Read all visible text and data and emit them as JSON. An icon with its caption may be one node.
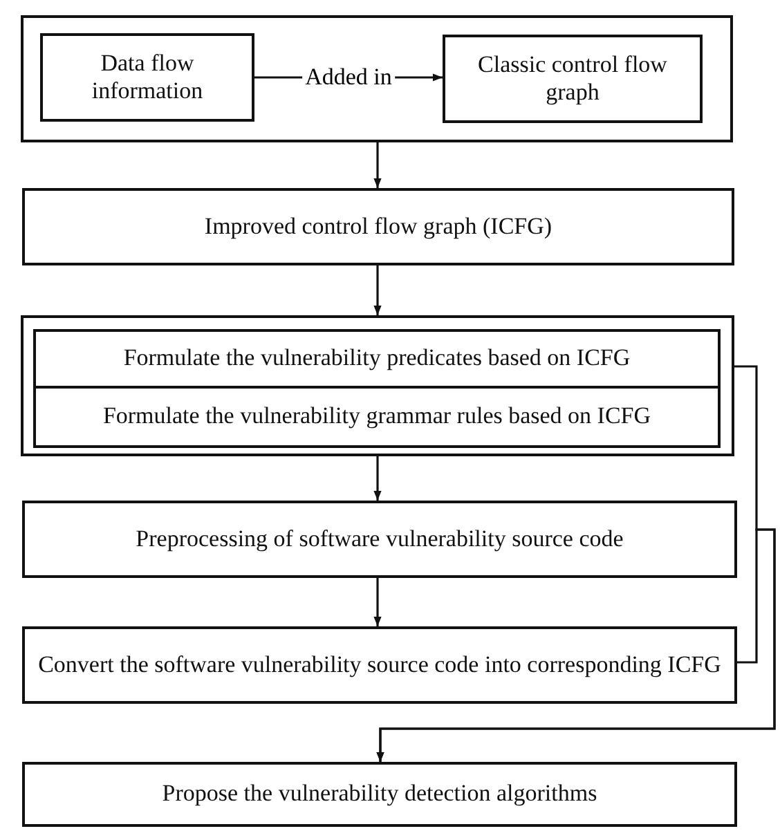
{
  "diagram": {
    "nodes": [
      {
        "text": [],
        "shape": "box"
      },
      {
        "text": [
          "Data flow information"
        ],
        "in": 0
      },
      {
        "text": [
          "Classic control flow graph"
        ],
        "in": 0
      },
      {
        "text": [
          "Improved control flow graph (ICFG)"
        ]
      },
      {
        "text": [],
        "shape": "box"
      },
      {
        "text": [
          "Formulate the vulnerability predicates based on ICFG"
        ],
        "in": 4
      },
      {
        "text": [
          "Formulate the vulnerability grammar rules  based on ICFG"
        ],
        "in": 4
      },
      {
        "text": [
          "Preprocessing of software vulnerability source code"
        ]
      },
      {
        "text": [
          "Convert the software vulnerability source code into corresponding ICFG"
        ]
      },
      {
        "text": [
          "Propose the vulnerability  detection  algorithms"
        ]
      }
    ],
    "edges": [
      {
        "from": 1,
        "to": 2,
        "arrow": "to",
        "label": "Added in"
      },
      {
        "from": 0,
        "to": 3,
        "arrow": "to"
      },
      {
        "from": 3,
        "to": 4,
        "arrow": "to"
      },
      {
        "from": 4,
        "to": 7,
        "arrow": "to"
      },
      {
        "from": 7,
        "to": 8,
        "arrow": "to"
      },
      {
        "from": 4,
        "to": 9,
        "arrow": "to"
      },
      {
        "from": 8,
        "to": 9,
        "arrow": "to"
      }
    ]
  }
}
